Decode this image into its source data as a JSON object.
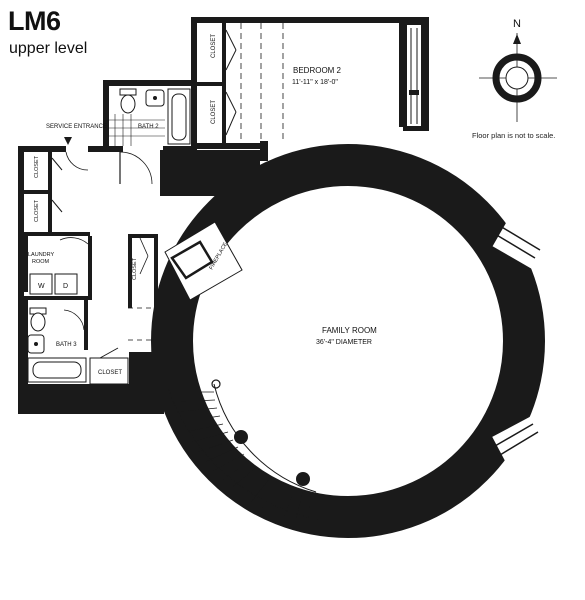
{
  "header": {
    "title": "LM6",
    "subtitle": "upper level"
  },
  "compass": {
    "label": "N",
    "icon": "compass-rose-icon"
  },
  "note": "Floor plan is not to scale.",
  "rooms": {
    "bedroom2": {
      "name": "BEDROOM 2",
      "dims": "11'-11\" x 18'-0\""
    },
    "family_room": {
      "name": "FAMILY ROOM",
      "dims": "36'-4\" DIAMETER"
    },
    "bath2": "BATH 2",
    "bath3": "BATH 3",
    "laundry": [
      "LAUNDRY",
      "ROOM"
    ],
    "service_entrance": "SERVICE ENTRANCE",
    "fireplace": "FIREPLACE",
    "closet": "CLOSET",
    "washer": "W",
    "dryer": "D"
  },
  "colors": {
    "wall": "#1a1a1a",
    "background": "#ffffff"
  }
}
